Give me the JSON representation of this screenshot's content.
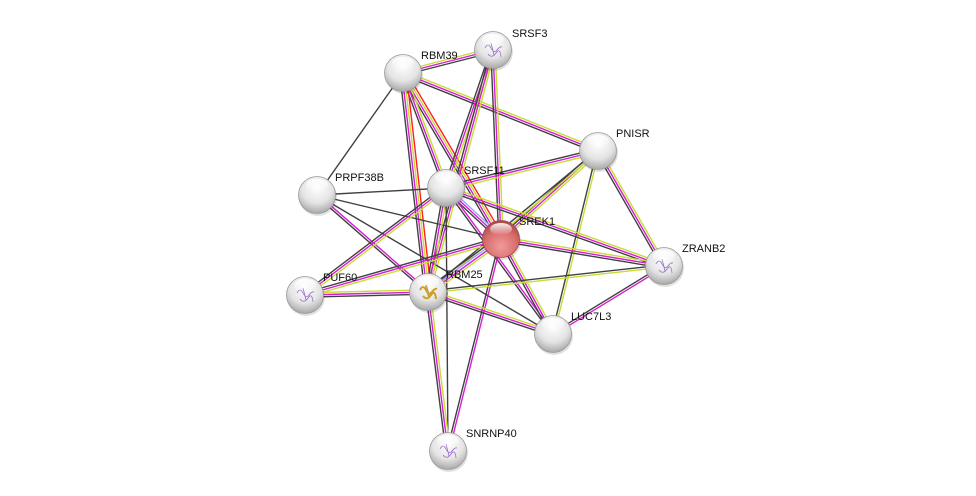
{
  "network": {
    "query_node": "SREK1",
    "nodes": [
      {
        "id": "RBM39",
        "label": "RBM39"
      },
      {
        "id": "SRSF3",
        "label": "SRSF3",
        "structure": "purple"
      },
      {
        "id": "PNISR",
        "label": "PNISR"
      },
      {
        "id": "PRPF38B",
        "label": "PRPF38B"
      },
      {
        "id": "SRSF11",
        "label": "SRSF11"
      },
      {
        "id": "SREK1",
        "label": "SREK1",
        "query": true
      },
      {
        "id": "ZRANB2",
        "label": "ZRANB2",
        "structure": "purple"
      },
      {
        "id": "PUF60",
        "label": "PUF60",
        "structure": "purple"
      },
      {
        "id": "RBM25",
        "label": "RBM25",
        "structure": "gold"
      },
      {
        "id": "LUC7L3",
        "label": "LUC7L3"
      },
      {
        "id": "SNRNP40",
        "label": "SNRNP40",
        "structure": "purple"
      }
    ],
    "evidence_colors": {
      "textmining": "#c8dc32",
      "experiments": "#d51ed5",
      "coexpression": "#404040",
      "fusion": "#ff2020",
      "homology": "#a0a0ff"
    },
    "edges": [
      [
        "RBM39",
        "SRSF3",
        [
          "textmining",
          "experiments",
          "coexpression"
        ]
      ],
      [
        "RBM39",
        "PNISR",
        [
          "textmining",
          "experiments",
          "coexpression"
        ]
      ],
      [
        "RBM39",
        "PRPF38B",
        [
          "coexpression"
        ]
      ],
      [
        "RBM39",
        "SREK1",
        [
          "fusion",
          "textmining",
          "experiments",
          "coexpression"
        ]
      ],
      [
        "RBM39",
        "SRSF11",
        [
          "textmining",
          "experiments",
          "coexpression"
        ]
      ],
      [
        "RBM39",
        "RBM25",
        [
          "fusion",
          "textmining",
          "experiments",
          "coexpression"
        ]
      ],
      [
        "SRSF3",
        "SRSF11",
        [
          "textmining",
          "experiments",
          "coexpression"
        ]
      ],
      [
        "SRSF3",
        "SREK1",
        [
          "textmining",
          "experiments",
          "coexpression"
        ]
      ],
      [
        "SRSF3",
        "RBM25",
        [
          "textmining",
          "experiments",
          "coexpression"
        ]
      ],
      [
        "PNISR",
        "SRSF11",
        [
          "textmining",
          "experiments",
          "coexpression"
        ]
      ],
      [
        "PNISR",
        "SREK1",
        [
          "textmining",
          "experiments",
          "coexpression"
        ]
      ],
      [
        "PNISR",
        "ZRANB2",
        [
          "textmining",
          "experiments",
          "coexpression"
        ]
      ],
      [
        "PNISR",
        "LUC7L3",
        [
          "textmining",
          "coexpression"
        ]
      ],
      [
        "PNISR",
        "RBM25",
        [
          "textmining",
          "coexpression"
        ]
      ],
      [
        "PRPF38B",
        "SRSF11",
        [
          "coexpression"
        ]
      ],
      [
        "PRPF38B",
        "SREK1",
        [
          "coexpression"
        ]
      ],
      [
        "PRPF38B",
        "RBM25",
        [
          "experiments",
          "coexpression"
        ]
      ],
      [
        "PRPF38B",
        "LUC7L3",
        [
          "coexpression"
        ]
      ],
      [
        "SRSF11",
        "SREK1",
        [
          "homology",
          "experiments",
          "coexpression"
        ]
      ],
      [
        "SRSF11",
        "PUF60",
        [
          "textmining",
          "experiments",
          "coexpression"
        ]
      ],
      [
        "SRSF11",
        "RBM25",
        [
          "textmining",
          "experiments",
          "coexpression"
        ]
      ],
      [
        "SRSF11",
        "ZRANB2",
        [
          "textmining",
          "experiments",
          "coexpression"
        ]
      ],
      [
        "SRSF11",
        "LUC7L3",
        [
          "experiments",
          "coexpression"
        ]
      ],
      [
        "SRSF11",
        "SNRNP40",
        [
          "coexpression"
        ]
      ],
      [
        "SREK1",
        "ZRANB2",
        [
          "textmining",
          "experiments",
          "coexpression"
        ]
      ],
      [
        "SREK1",
        "PUF60",
        [
          "textmining",
          "experiments",
          "coexpression"
        ]
      ],
      [
        "SREK1",
        "RBM25",
        [
          "textmining",
          "experiments",
          "homology",
          "coexpression"
        ]
      ],
      [
        "SREK1",
        "LUC7L3",
        [
          "textmining",
          "experiments",
          "coexpression"
        ]
      ],
      [
        "SREK1",
        "SNRNP40",
        [
          "experiments",
          "coexpression"
        ]
      ],
      [
        "ZRANB2",
        "RBM25",
        [
          "textmining",
          "coexpression"
        ]
      ],
      [
        "ZRANB2",
        "LUC7L3",
        [
          "experiments",
          "coexpression"
        ]
      ],
      [
        "PUF60",
        "RBM25",
        [
          "textmining",
          "experiments",
          "coexpression"
        ]
      ],
      [
        "RBM25",
        "LUC7L3",
        [
          "textmining",
          "experiments",
          "coexpression"
        ]
      ],
      [
        "RBM25",
        "SNRNP40",
        [
          "textmining",
          "experiments",
          "coexpression"
        ]
      ]
    ]
  }
}
